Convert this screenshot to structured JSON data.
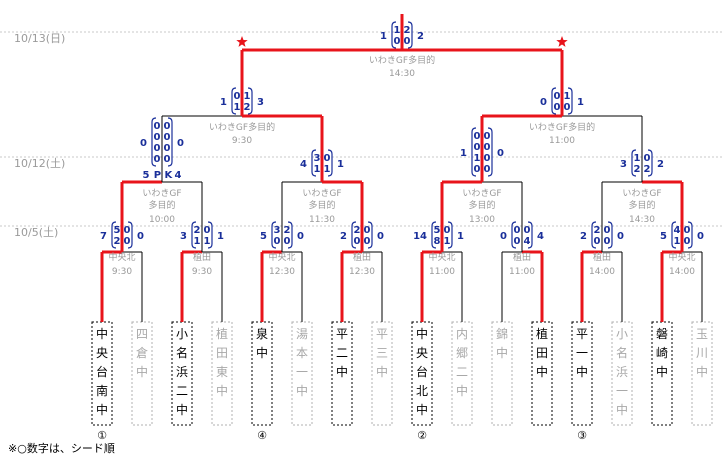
{
  "dates": [
    "10/13(日)",
    "10/12(土)",
    "10/5(土)"
  ],
  "teams": [
    "中央台南中",
    "四倉中",
    "小名浜二中",
    "植田東中",
    "泉中",
    "湯本一中",
    "平二中",
    "平三中",
    "中央台北中",
    "内郷二中",
    "錦中",
    "植田中",
    "平一中",
    "小名浜一中",
    "磐崎中",
    "玉川中"
  ],
  "winners": [
    0,
    2,
    4,
    6,
    8,
    11,
    12,
    14
  ],
  "seeds": {
    "0": "①",
    "4": "④",
    "8": "②",
    "12": "③"
  },
  "round1": [
    {
      "venue": "中央北",
      "time": "9:30",
      "left": "7",
      "right": "0",
      "scores": [
        [
          "5",
          "0"
        ],
        [
          "2",
          "0"
        ]
      ]
    },
    {
      "venue": "植田",
      "time": "9:30",
      "left": "3",
      "right": "1",
      "scores": [
        [
          "2",
          "0"
        ],
        [
          "1",
          "1"
        ]
      ]
    },
    {
      "venue": "中央北",
      "time": "12:30",
      "left": "5",
      "right": "0",
      "scores": [
        [
          "3",
          "2"
        ],
        [
          "0",
          "0"
        ]
      ]
    },
    {
      "venue": "植田",
      "time": "12:30",
      "left": "2",
      "right": "0",
      "scores": [
        [
          "2",
          "0"
        ],
        [
          "0",
          "0"
        ]
      ]
    },
    {
      "venue": "中央北",
      "time": "11:00",
      "left": "14",
      "right": "1",
      "scores": [
        [
          "5",
          "0"
        ],
        [
          "8",
          "1"
        ]
      ]
    },
    {
      "venue": "植田",
      "time": "11:00",
      "left": "0",
      "right": "4",
      "scores": [
        [
          "0",
          "0"
        ],
        [
          "0",
          "4"
        ]
      ]
    },
    {
      "venue": "植田",
      "time": "14:00",
      "left": "2",
      "right": "0",
      "scores": [
        [
          "2",
          "0"
        ],
        [
          "0",
          "0"
        ]
      ]
    },
    {
      "venue": "中央北",
      "time": "14:00",
      "left": "5",
      "right": "0",
      "scores": [
        [
          "4",
          "0"
        ],
        [
          "1",
          "0"
        ]
      ]
    }
  ],
  "round2": [
    {
      "venue": "いわきGF",
      "venue2": "多目的",
      "time": "10:00",
      "left": "",
      "right": "",
      "scores": [
        [
          "5",
          "P K",
          "4"
        ]
      ]
    },
    {
      "venue": "いわきGF",
      "venue2": "多目的",
      "time": "11:30",
      "left": "4",
      "right": "1",
      "scores": [
        [
          "3",
          "0"
        ],
        [
          "1",
          "1"
        ]
      ]
    },
    {
      "venue": "いわきGF",
      "venue2": "多目的",
      "time": "13:00",
      "left": "1",
      "right": "0",
      "scores": [
        [
          "0",
          "0"
        ],
        [
          "0",
          "0"
        ],
        [
          "1",
          "0"
        ],
        [
          "0",
          "0"
        ]
      ]
    },
    {
      "venue": "いわきGF",
      "venue2": "多目的",
      "time": "14:30",
      "left": "3",
      "right": "2",
      "scores": [
        [
          "1",
          "0"
        ],
        [
          "2",
          "2"
        ]
      ]
    }
  ],
  "round2_first_extra": {
    "left": "0",
    "right": "0",
    "scores": [
      [
        "0",
        "0"
      ],
      [
        "0",
        "0"
      ],
      [
        "0",
        "0"
      ],
      [
        "0",
        "0"
      ]
    ]
  },
  "semis": [
    {
      "venue": "いわきGF多目的",
      "time": "9:30",
      "left": "1",
      "right": "3",
      "scores": [
        [
          "0",
          "1"
        ],
        [
          "1",
          "2"
        ]
      ]
    },
    {
      "venue": "いわきGF多目的",
      "time": "11:00",
      "left": "0",
      "right": "1",
      "scores": [
        [
          "0",
          "1"
        ],
        [
          "0",
          "0"
        ]
      ]
    }
  ],
  "final": {
    "venue": "いわきGF多目的",
    "time": "14:30",
    "left": "1",
    "right": "2",
    "scores": [
      [
        "1",
        "2"
      ],
      [
        "0",
        "0"
      ]
    ]
  },
  "note": "※○数字は、シード順",
  "colors": {
    "win": "#e8141b",
    "lose": "#000000",
    "score": "#1a2f9a",
    "star": "#e8141b"
  }
}
